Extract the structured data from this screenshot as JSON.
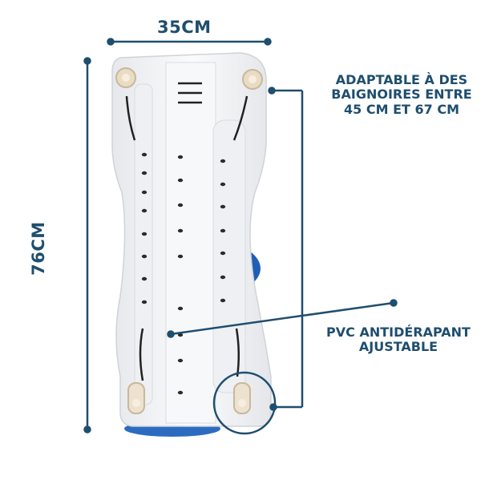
{
  "dimensions": {
    "width": "35CM",
    "height": "76CM"
  },
  "callouts": {
    "tub": [
      "ADAPTABLE À DES",
      "BAIGNOIRES ENTRE",
      "45 CM ET 67 CM"
    ],
    "pvc": [
      "PVC ANTIDÉRAPANT",
      "AJUSTABLE"
    ]
  },
  "colors": {
    "text": "#1f4e6e",
    "line": "#1f4e6e",
    "board": "#f4f5f7",
    "accent_blue": "#1f5fb5"
  }
}
